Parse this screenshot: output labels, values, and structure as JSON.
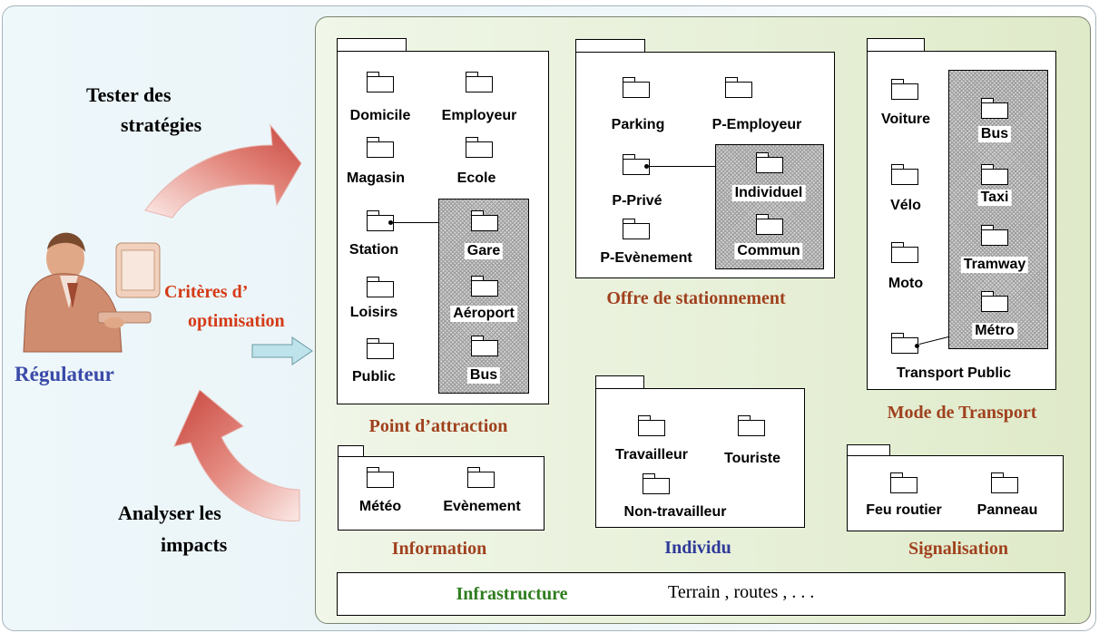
{
  "left": {
    "test_line1": "Tester  des",
    "test_line2": "stratégies",
    "criteria_line1": "Critères  d’",
    "criteria_line2": "optimisation",
    "regulator": "Régulateur",
    "analyse_line1": "Analyser  les",
    "analyse_line2": "impacts"
  },
  "colors": {
    "brown_title": "#a0411e",
    "blue_title": "#2e3a99",
    "green_title": "#2f7d1f",
    "criteria_red": "#d43a16",
    "regulator_blue": "#3a4aa8",
    "arrow_red": "#c8463e",
    "arrow_cyan": "#bfe3ea"
  },
  "packages": {
    "attraction": {
      "title": "Point  d’attraction",
      "items": [
        "Domicile",
        "Employeur",
        "Magasin",
        "Ecole",
        "Station",
        "Loisirs",
        "Public"
      ],
      "sub_items": [
        "Gare",
        "Aéroport",
        "Bus"
      ]
    },
    "parking": {
      "title": "Offre de stationnement",
      "items": [
        "Parking",
        "P-Employeur",
        "P-Privé",
        "P-Evènement"
      ],
      "sub_items": [
        "Individuel",
        "Commun"
      ]
    },
    "transport": {
      "title": "Mode de Transport",
      "items": [
        "Voiture",
        "Vélo",
        "Moto",
        "Transport Public"
      ],
      "sub_items": [
        "Bus",
        "Taxi",
        "Tramway",
        "Métro"
      ]
    },
    "information": {
      "title": "Information",
      "items": [
        "Météo",
        "Evènement"
      ]
    },
    "individu": {
      "title": "Individu",
      "items": [
        "Travailleur",
        "Touriste",
        "Non-travailleur"
      ]
    },
    "signalisation": {
      "title": "Signalisation",
      "items": [
        "Feu routier",
        "Panneau"
      ]
    },
    "infrastructure": {
      "title": "Infrastructure",
      "text": "Terrain ,  routes ,  . . ."
    }
  }
}
